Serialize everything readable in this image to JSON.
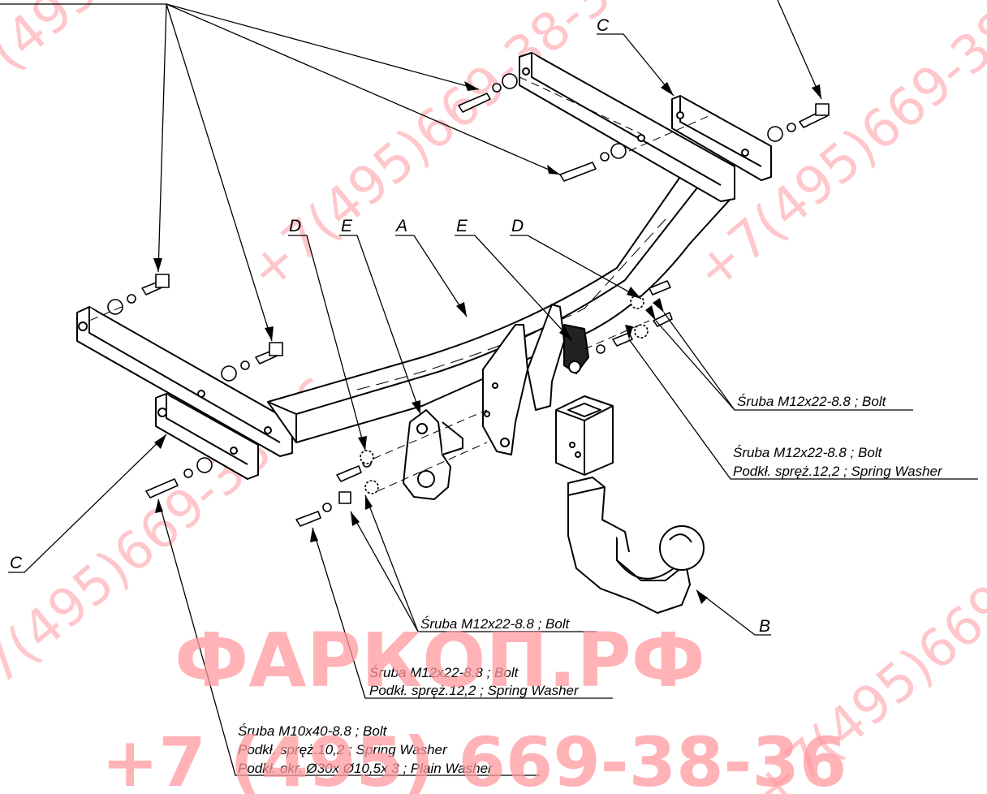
{
  "letters": {
    "A": "A",
    "B": "B",
    "C": "C",
    "D": "D",
    "E": "E"
  },
  "labels": {
    "bolt_right_top": "Śruba M12x22-8.8 ;  Bolt",
    "bolt_right_mid": "Śruba M12x22-8.8 ;  Bolt",
    "washer_right_mid": "Podkł. spręż.12,2 ; Spring Washer",
    "bolt_center": "Śruba M12x22-8.8 ;  Bolt",
    "bolt_lower": "Śruba M12x22-8.8 ;  Bolt",
    "washer_lower": "Podkł. spręż.12,2 ; Spring Washer",
    "bolt_m10": "Śruba M10x40-8.8 ;  Bolt",
    "spring_washer_m10": "Podkł. spręż.10,2 ; Spring Washer",
    "plain_washer_m10": "Podkł. okr.  Ø30x Ø10,5x 3 ; Plain Washer"
  },
  "watermark": {
    "brand": "ФАРКОП.РФ",
    "phone": "+7 (495) 669-38-36",
    "phone_diag": "+7(495)669-38-36"
  },
  "colors": {
    "watermark": "#ff9aa0",
    "line": "#000000"
  }
}
